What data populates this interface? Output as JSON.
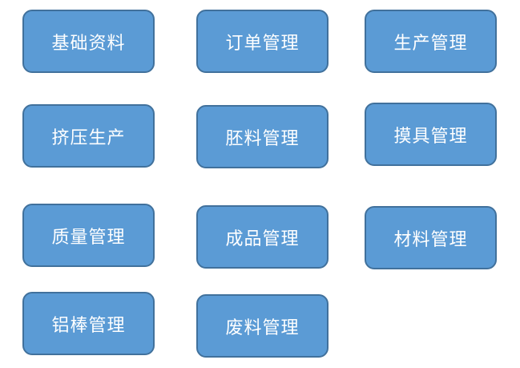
{
  "modules": [
    {
      "label": "基础资料"
    },
    {
      "label": "订单管理"
    },
    {
      "label": "生产管理"
    },
    {
      "label": "挤压生产"
    },
    {
      "label": "胚料管理"
    },
    {
      "label": "摸具管理"
    },
    {
      "label": "质量管理"
    },
    {
      "label": "成品管理"
    },
    {
      "label": "材料管理"
    },
    {
      "label": "铝棒管理"
    },
    {
      "label": "废料管理"
    }
  ],
  "colors": {
    "button_fill": "#5b9bd5",
    "button_border": "#41719c",
    "button_text": "#ffffff",
    "background": "#ffffff"
  }
}
